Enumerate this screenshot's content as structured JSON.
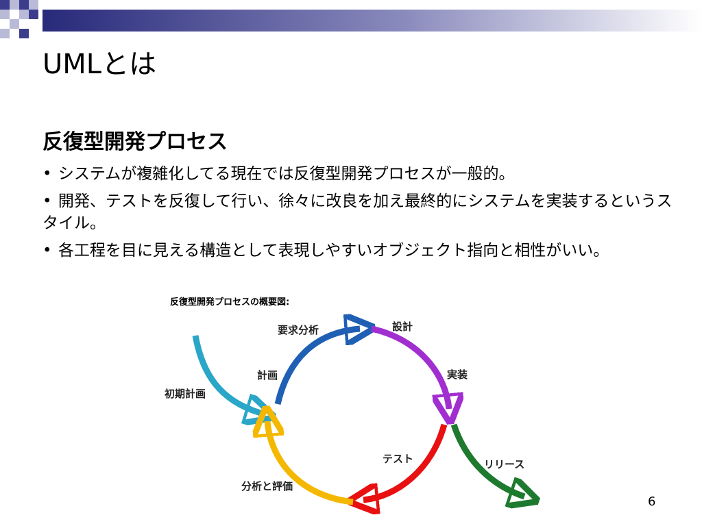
{
  "slide": {
    "title": "UMLとは",
    "section_heading": "反復型開発プロセス",
    "bullets": [
      "システムが複雑化してる現在では反復型開発プロセスが一般的。",
      "開発、テストを反復して行い、徐々に改良を加え最終的にシステムを実装するというスタイル。",
      "各工程を目に見える構造として表現しやすいオブジェクト指向と相性がいい。"
    ],
    "bullet_marker": "•",
    "page_number": "6"
  },
  "diagram": {
    "caption": "反復型開発プロセスの概要図:",
    "stages": {
      "initial_planning": "初期計画",
      "planning": "計画",
      "requirements_analysis": "要求分析",
      "design": "設計",
      "implementation": "実装",
      "test": "テスト",
      "analysis_evaluation": "分析と評価",
      "release": "リリース"
    },
    "colors": {
      "initial_planning": "#2aa6c8",
      "planning": "#1f5fb4",
      "design": "#a12fd0",
      "implementation": "#a12fd0",
      "test": "#e81010",
      "analysis_evaluation": "#f5b800",
      "release": "#1e7a2e"
    }
  },
  "colors": {
    "header_dark": "#27297a",
    "header_light": "#ffffff",
    "square_dark": "#3b3d8c",
    "square_light": "#b9bad8"
  }
}
